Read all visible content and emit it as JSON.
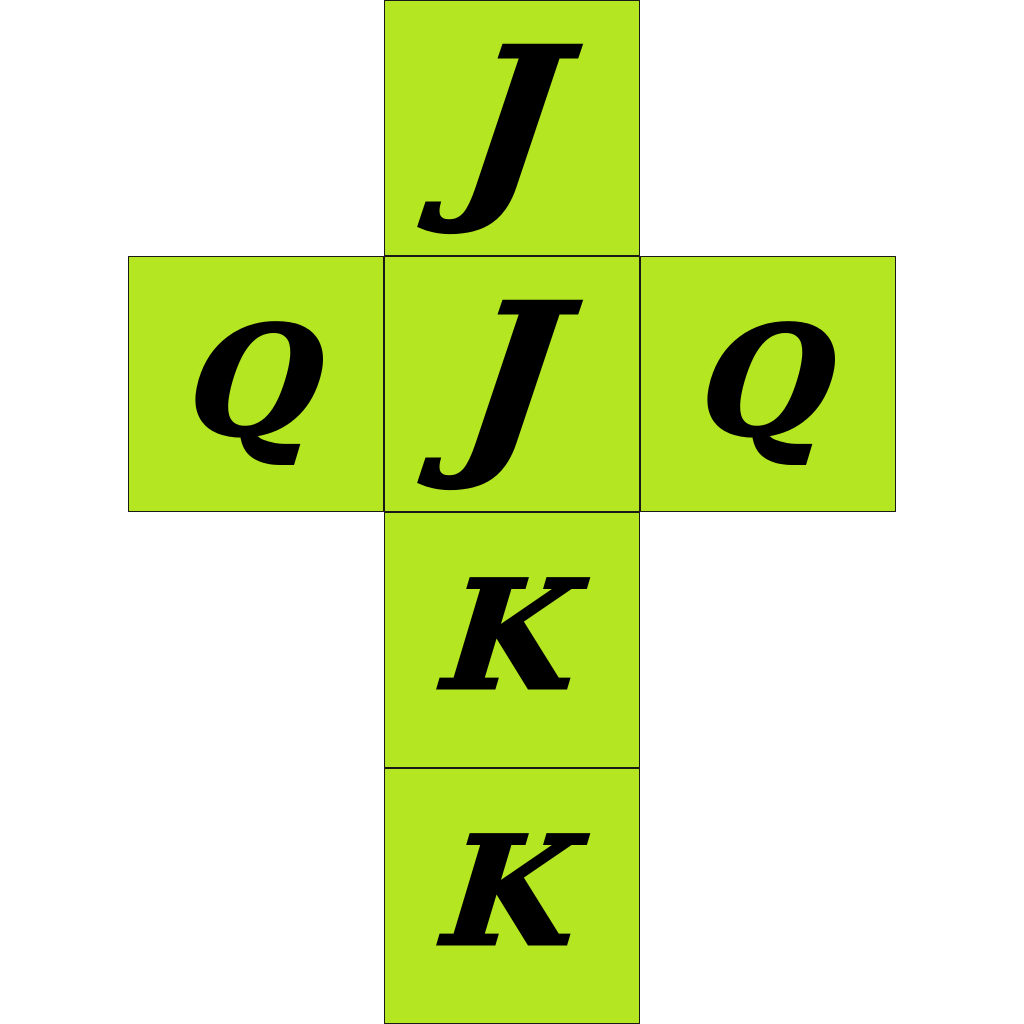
{
  "background_color": "#ffffff",
  "face_color": "#b4e622",
  "letter_color": "#000000",
  "faces": [
    {
      "letter": "J",
      "position": "top"
    },
    {
      "letter": "Q",
      "position": "left"
    },
    {
      "letter": "J",
      "position": "center"
    },
    {
      "letter": "Q",
      "position": "right"
    },
    {
      "letter": "K",
      "position": "below-center"
    },
    {
      "letter": "K",
      "position": "bottom"
    }
  ]
}
